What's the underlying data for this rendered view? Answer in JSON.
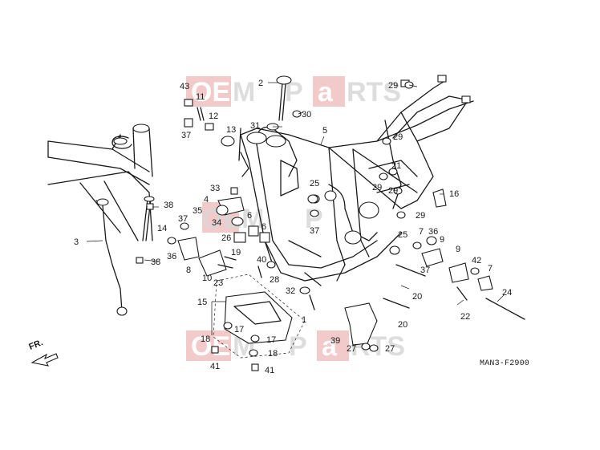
{
  "diagram": {
    "code": "MAN3-F2900",
    "front_label": "FR.",
    "watermark": {
      "text": "OEM Parts"
    },
    "callouts": [
      "1",
      "2",
      "3",
      "4",
      "5",
      "6",
      "7",
      "8",
      "9",
      "10",
      "11",
      "12",
      "13",
      "14",
      "15",
      "16",
      "17",
      "18",
      "19",
      "20",
      "21",
      "22",
      "23",
      "24",
      "25",
      "26",
      "27",
      "28",
      "29",
      "30",
      "31",
      "32",
      "33",
      "34",
      "35",
      "36",
      "37",
      "38",
      "39",
      "40",
      "41",
      "42",
      "43"
    ],
    "colors": {
      "line": "#1a1a1a",
      "watermark_red": "#e48a8a",
      "watermark_gray": "#d8d8d8"
    }
  }
}
